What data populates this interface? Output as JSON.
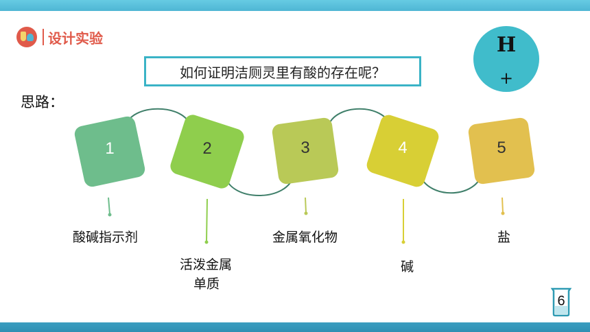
{
  "header": {
    "title": "设计实验",
    "logo_icon": "lab-flask-icon"
  },
  "question": "如何证明洁厕灵里有酸的存在呢？",
  "ion": {
    "letter": "H",
    "sign": "+"
  },
  "thinking_label": "思路：",
  "steps": [
    {
      "number": "1",
      "color": "#6ebd8c",
      "label": "酸碱指示剂"
    },
    {
      "number": "2",
      "color": "#8fce4d",
      "label_line1": "活泼金属",
      "label_line2": "单质"
    },
    {
      "number": "3",
      "color": "#b9c957",
      "label": "金属氧化物"
    },
    {
      "number": "4",
      "color": "#d8cf35",
      "label": "碱"
    },
    {
      "number": "5",
      "color": "#e2c04f",
      "label": "盐"
    }
  ],
  "page": {
    "number": "6"
  },
  "colors": {
    "accent": "#e05a4a",
    "teal": "#3ab3c6",
    "connector": "#3f7f6a"
  }
}
